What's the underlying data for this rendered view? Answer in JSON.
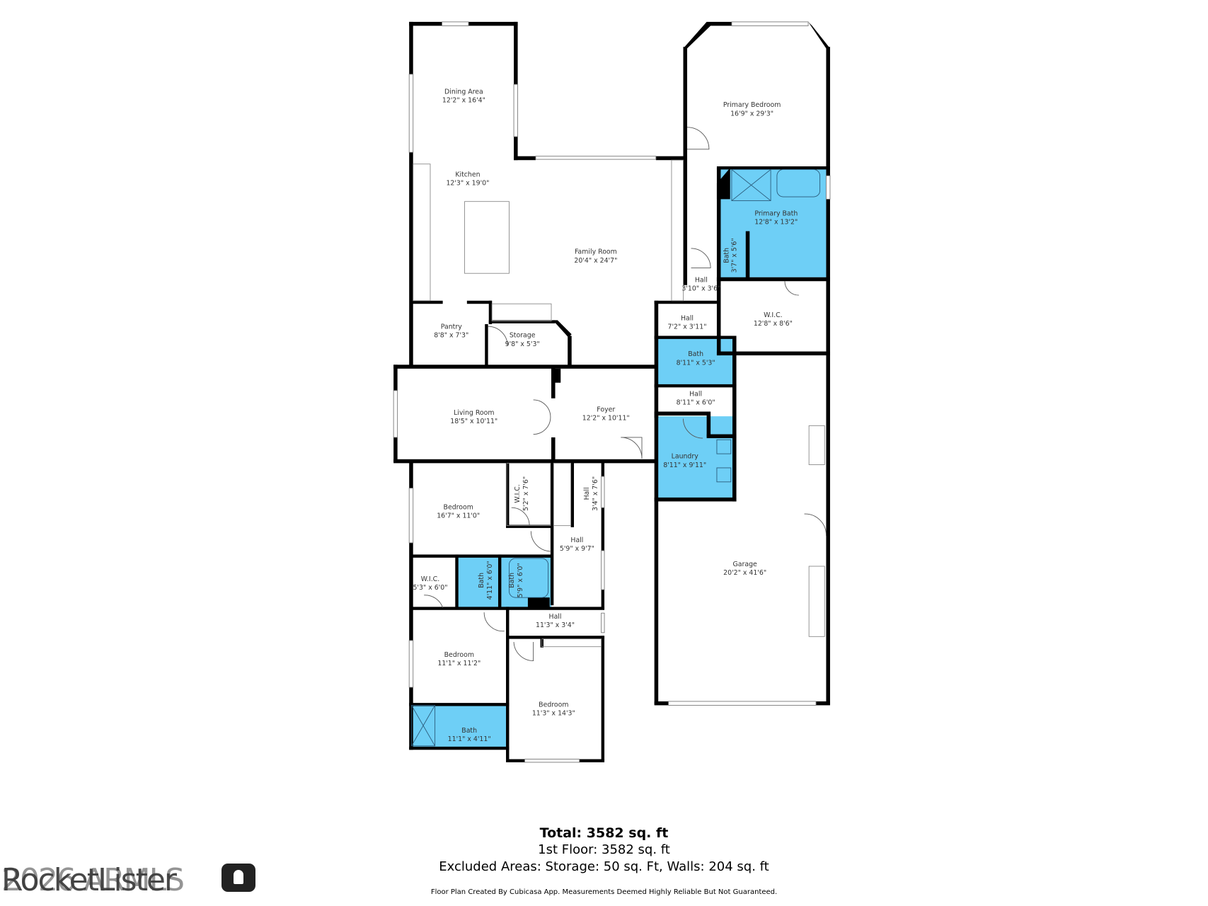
{
  "rooms": [
    {
      "name": "Dining Area",
      "dims": "12'2\" x 16'4\""
    },
    {
      "name": "Kitchen",
      "dims": "12'3\" x 19'0\""
    },
    {
      "name": "Family Room",
      "dims": "20'4\" x 24'7\""
    },
    {
      "name": "Primary Bedroom",
      "dims": "16'9\" x 29'3\""
    },
    {
      "name": "Primary Bath",
      "dims": "12'8\" x 13'2\""
    },
    {
      "name": "Bath",
      "dims": "3'7\" x 5'6\""
    },
    {
      "name": "Hall",
      "dims": "3'10\" x 3'6\""
    },
    {
      "name": "W.I.C.",
      "dims": "12'8\" x 8'6\""
    },
    {
      "name": "Hall",
      "dims": "7'2\" x 3'11\""
    },
    {
      "name": "Pantry",
      "dims": "8'8\" x 7'3\""
    },
    {
      "name": "Storage",
      "dims": "9'8\" x 5'3\""
    },
    {
      "name": "Bath",
      "dims": "8'11\" x 5'3\""
    },
    {
      "name": "Hall",
      "dims": "8'11\" x 6'0\""
    },
    {
      "name": "Living Room",
      "dims": "18'5\" x 10'11\""
    },
    {
      "name": "Foyer",
      "dims": "12'2\" x 10'11\""
    },
    {
      "name": "Laundry",
      "dims": "8'11\" x 9'11\""
    },
    {
      "name": "W.I.C.",
      "dims": "5'2\" x 7'6\""
    },
    {
      "name": "Hall",
      "dims": "3'4\" x 7'6\""
    },
    {
      "name": "Bedroom",
      "dims": "16'7\" x 11'0\""
    },
    {
      "name": "Hall",
      "dims": "5'9\" x 9'7\""
    },
    {
      "name": "W.I.C.",
      "dims": "5'3\" x 6'0\""
    },
    {
      "name": "Bath",
      "dims": "4'11\" x 6'0\""
    },
    {
      "name": "Bath",
      "dims": "5'9\" x 6'0\""
    },
    {
      "name": "Garage",
      "dims": "20'2\" x 41'6\""
    },
    {
      "name": "Hall",
      "dims": "11'3\" x 3'4\""
    },
    {
      "name": "Bedroom",
      "dims": "11'1\" x 11'2\""
    },
    {
      "name": "Bedroom",
      "dims": "11'3\" x 14'3\""
    },
    {
      "name": "Bath",
      "dims": "11'1\" x 4'11\""
    }
  ],
  "colors": {
    "wet_room": "#6ecff6",
    "wall": "#000000"
  },
  "summary": {
    "total": "Total: 3582 sq. ft",
    "floor": "1st Floor: 3582 sq. ft",
    "excluded": "Excluded Areas: Storage: 50 sq. Ft, Walls: 204 sq. ft",
    "note": "Floor Plan Created By Cubicasa App. Measurements Deemed Highly Reliable But Not Guaranteed."
  },
  "watermark": {
    "brand": "RocketLister",
    "copyright": "2026 ARMLS"
  }
}
